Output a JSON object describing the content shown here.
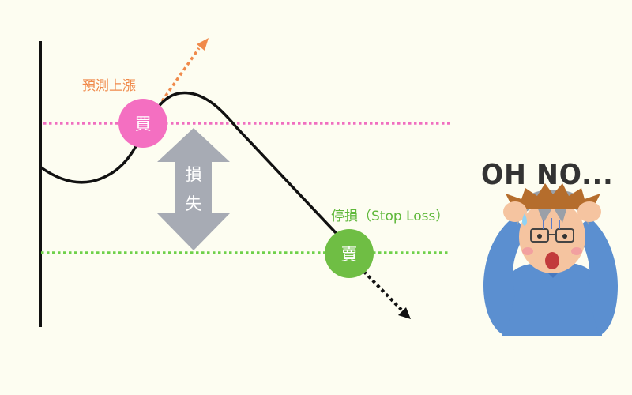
{
  "labels": {
    "predict_rise": "預測上漲",
    "stop_loss": "停損（Stop Loss）",
    "buy": "買",
    "sell": "賣",
    "loss_char_1": "損",
    "loss_char_2": "失",
    "exclamation": "OH NO..."
  },
  "colors": {
    "background": "#fdfdf1",
    "buy_line": "#f06ec0",
    "buy_circle": "#f46fc1",
    "sell_line": "#6fd14a",
    "sell_circle": "#6fbe44",
    "predict_label": "#f08a4b",
    "stop_label": "#5fb83a",
    "loss_arrow": "#a7abb4",
    "price_line": "#111111"
  },
  "icons": {
    "loss_arrow": "double-arrow-vertical-icon",
    "character": "distressed-man-icon"
  }
}
